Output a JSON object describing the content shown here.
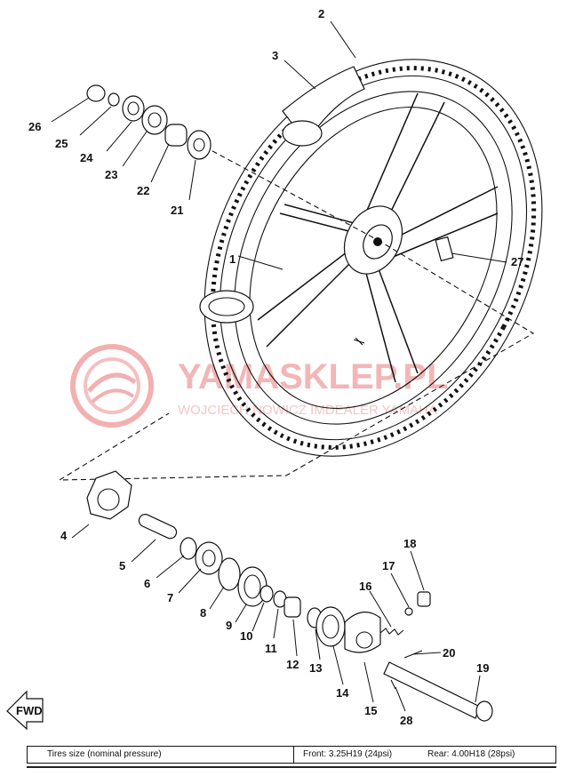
{
  "watermark": {
    "brand": "YAMASKLEP.PL",
    "subtitle": "WOJCIECH NOWICZ IMDEALER YAMAHA"
  },
  "callouts": [
    "1",
    "2",
    "3",
    "4",
    "5",
    "6",
    "7",
    "8",
    "9",
    "10",
    "11",
    "12",
    "13",
    "14",
    "15",
    "16",
    "17",
    "18",
    "19",
    "20",
    "21",
    "22",
    "23",
    "24",
    "25",
    "26",
    "27",
    "28"
  ],
  "fwd_label": "FWD",
  "tire_table": {
    "label": "Tires size (nominal pressure)",
    "front": "Front:  3.25H19 (24psi)",
    "rear": "Rear:  4.00H18 (28psi)"
  }
}
